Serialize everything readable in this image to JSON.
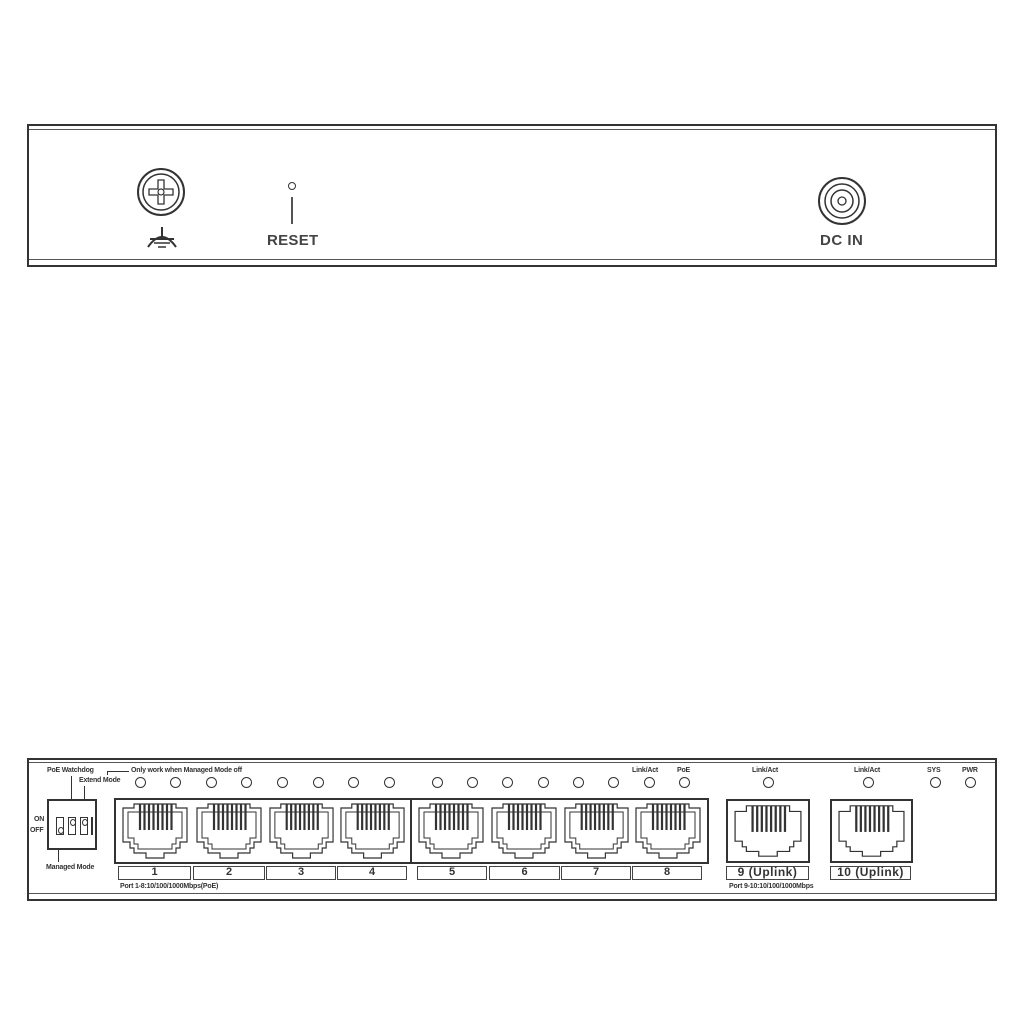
{
  "rear_panel": {
    "ground_symbol": "ground-icon",
    "reset_label": "RESET",
    "dc_in_label": "DC IN"
  },
  "front_panel": {
    "dip_switch": {
      "poe_watchdog_label": "PoE Watchdog",
      "extend_mode_label": "Extend Mode",
      "note_label": "Only work when Managed Mode off",
      "on_label": "ON",
      "off_label": "OFF",
      "managed_mode_label": "Managed Mode"
    },
    "led_labels": {
      "link_act_poe_group": "Link/Act",
      "poe": "PoE",
      "uplink9_link_act": "Link/Act",
      "uplink10_link_act": "Link/Act",
      "sys": "SYS",
      "pwr": "PWR"
    },
    "ports": [
      {
        "label": "1"
      },
      {
        "label": "2"
      },
      {
        "label": "3"
      },
      {
        "label": "4"
      },
      {
        "label": "5"
      },
      {
        "label": "6"
      },
      {
        "label": "7"
      },
      {
        "label": "8"
      }
    ],
    "uplinks": [
      {
        "label": "9 (Uplink)"
      },
      {
        "label": "10 (Uplink)"
      }
    ],
    "poe_ports_caption": "Port 1-8:10/100/1000Mbps(PoE)",
    "uplink_ports_caption": "Port 9-10:10/100/1000Mbps"
  }
}
